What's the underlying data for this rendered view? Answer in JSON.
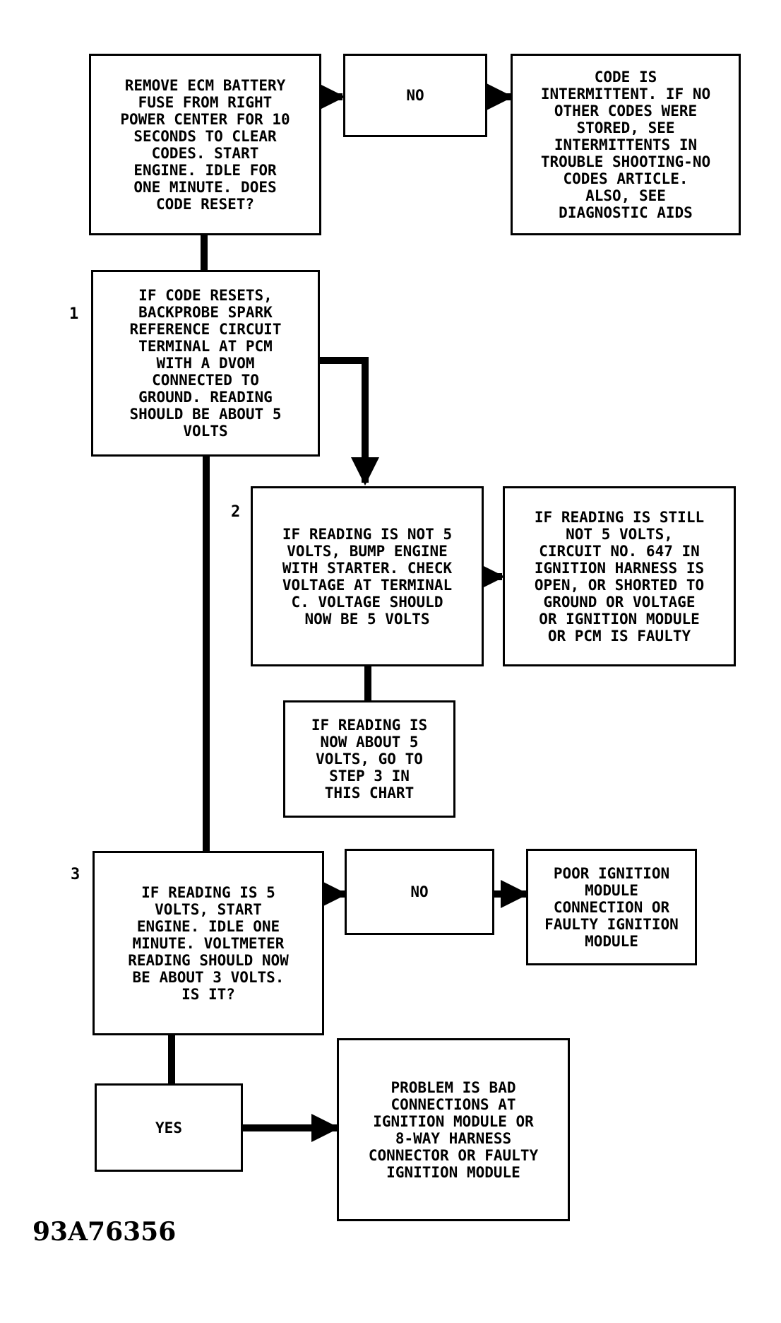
{
  "boxes": {
    "start": "REMOVE ECM BATTERY\nFUSE FROM RIGHT\nPOWER CENTER FOR 10\nSECONDS TO CLEAR\nCODES. START\nENGINE. IDLE FOR\nONE MINUTE. DOES\nCODE RESET?",
    "no1": "NO",
    "intermittent": "CODE IS\nINTERMITTENT. IF NO\nOTHER CODES WERE\nSTORED, SEE\nINTERMITTENTS IN\nTROUBLE SHOOTING-NO\nCODES ARTICLE.\nALSO, SEE\nDIAGNOSTIC AIDS",
    "step1": "IF CODE RESETS,\nBACKPROBE SPARK\nREFERENCE CIRCUIT\nTERMINAL AT PCM\nWITH A DVOM\nCONNECTED TO\nGROUND. READING\nSHOULD BE ABOUT 5\nVOLTS",
    "step2": "IF READING IS NOT 5\nVOLTS, BUMP ENGINE\nWITH STARTER. CHECK\nVOLTAGE AT TERMINAL\nC. VOLTAGE SHOULD\nNOW BE 5 VOLTS",
    "still_not": "IF READING IS STILL\nNOT 5 VOLTS,\nCIRCUIT NO. 647 IN\nIGNITION HARNESS IS\nOPEN, OR SHORTED TO\nGROUND OR VOLTAGE\nOR IGNITION MODULE\nOR PCM IS FAULTY",
    "now5": "IF READING IS\nNOW ABOUT 5\nVOLTS, GO TO\nSTEP 3 IN\nTHIS CHART",
    "step3": "IF READING IS 5\nVOLTS, START\nENGINE. IDLE ONE\nMINUTE. VOLTMETER\nREADING SHOULD NOW\nBE ABOUT 3 VOLTS.\nIS IT?",
    "no2": "NO",
    "poor": "POOR IGNITION\nMODULE\nCONNECTION OR\nFAULTY IGNITION\nMODULE",
    "yes": "YES",
    "problem": "PROBLEM IS BAD\nCONNECTIONS AT\nIGNITION MODULE OR\n8-WAY HARNESS\nCONNECTOR OR FAULTY\nIGNITION MODULE"
  },
  "step_numbers": {
    "s1": "1",
    "s2": "2",
    "s3": "3"
  },
  "figure_id": "93A76356"
}
